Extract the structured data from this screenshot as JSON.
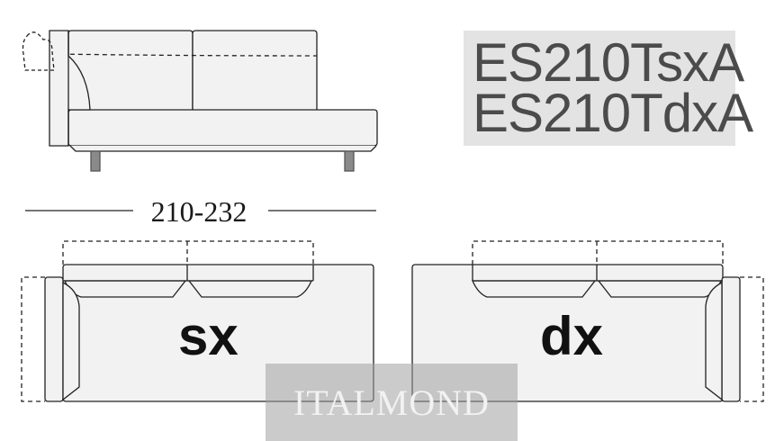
{
  "models": [
    "ES210TsxA",
    "ES210TdxA"
  ],
  "dimension_label": "210-232",
  "left_label": "sx",
  "right_label": "dx",
  "watermark": "ITALMOND",
  "colors": {
    "outline": "#222222",
    "fill": "#f2f2f2",
    "code_box": "#e3e3e3",
    "code_text": "#4b4b4b",
    "legs": "#8a8a8a"
  }
}
